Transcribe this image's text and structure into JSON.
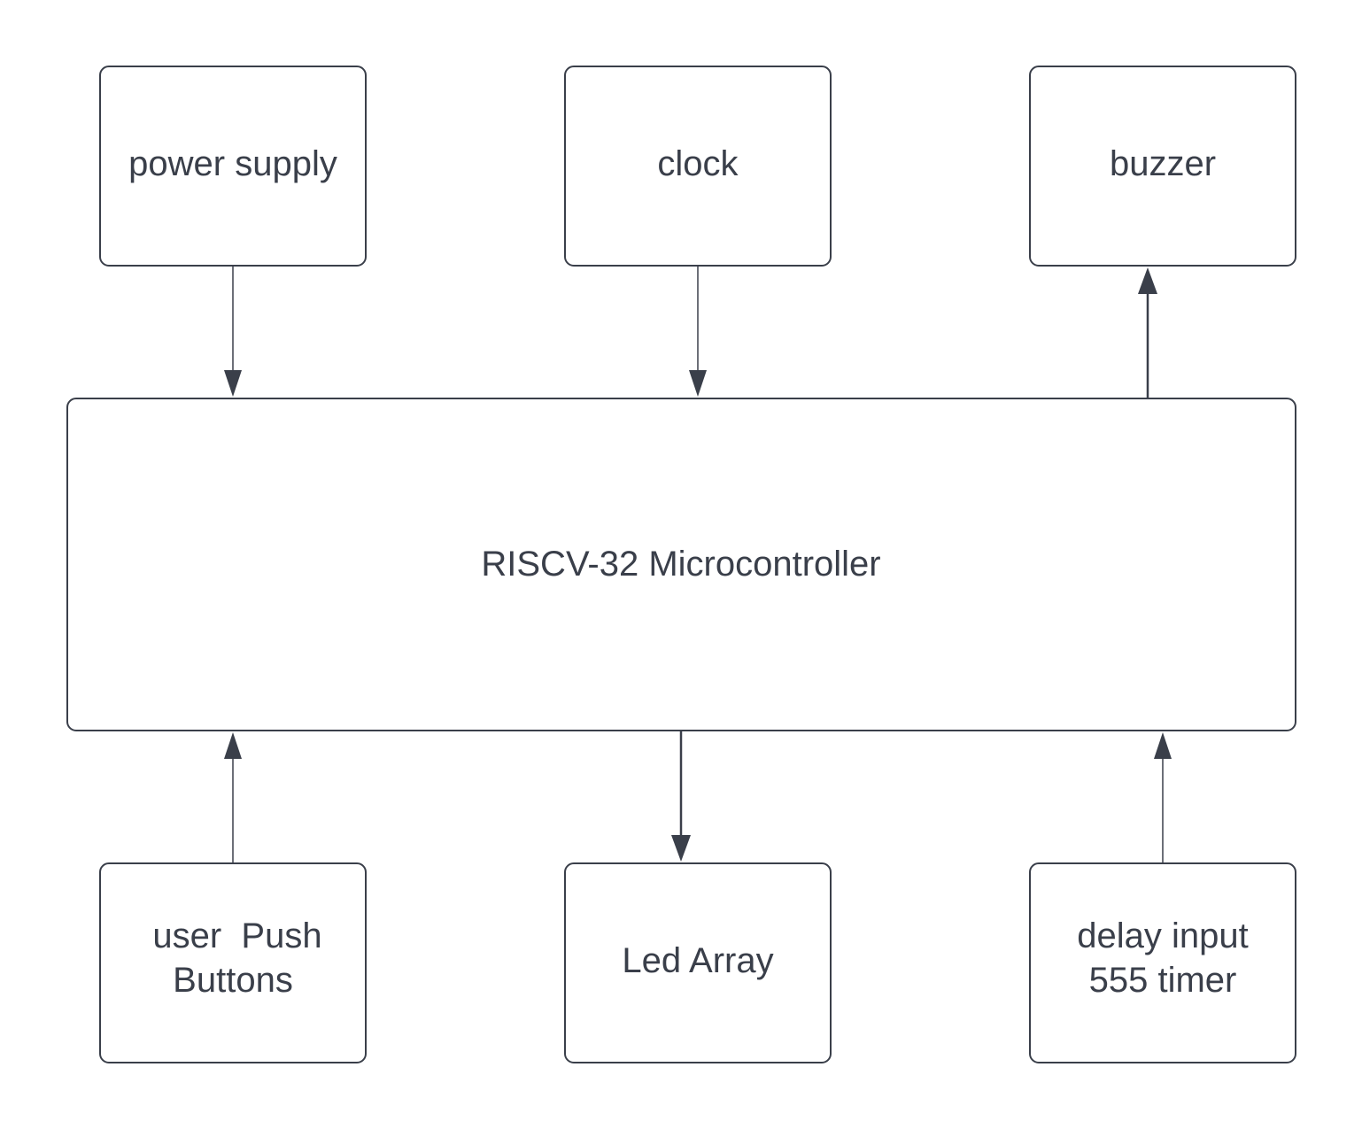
{
  "blocks": {
    "power_supply": {
      "label": "power supply"
    },
    "clock": {
      "label": "clock"
    },
    "buzzer": {
      "label": "buzzer"
    },
    "mcu": {
      "label": "RISCV-32 Microcontroller"
    },
    "push_buttons": {
      "label_line1": "user  Push",
      "label_line2": "Buttons"
    },
    "led_array": {
      "label": "Led Array"
    },
    "delay_input": {
      "label_line1": "delay input",
      "label_line2": "555 timer"
    }
  },
  "connections": [
    {
      "from": "power supply",
      "to": "RISCV-32 Microcontroller"
    },
    {
      "from": "clock",
      "to": "RISCV-32 Microcontroller"
    },
    {
      "from": "RISCV-32 Microcontroller",
      "to": "buzzer"
    },
    {
      "from": "user  Push Buttons",
      "to": "RISCV-32 Microcontroller"
    },
    {
      "from": "RISCV-32 Microcontroller",
      "to": "Led Array"
    },
    {
      "from": "delay input 555 timer",
      "to": "RISCV-32 Microcontroller"
    }
  ],
  "colors": {
    "stroke": "#3a3f4a",
    "text": "#3a3f4a",
    "background": "#ffffff"
  }
}
